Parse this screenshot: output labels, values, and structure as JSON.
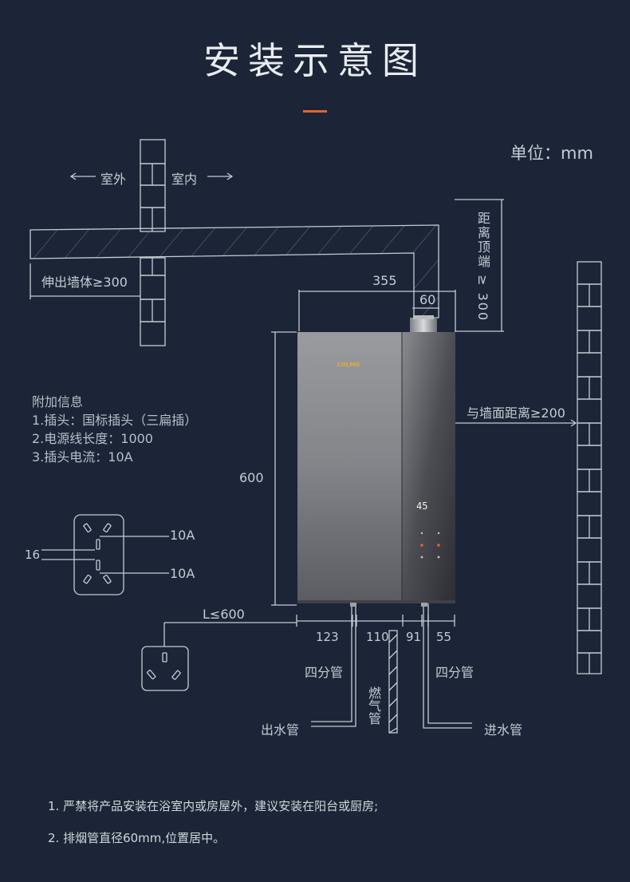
{
  "title": "安装示意图",
  "unit": "单位：mm",
  "labels": {
    "outdoor": "室外",
    "indoor": "室内",
    "extend_wall": "伸出墙体≥300",
    "width_355": "355",
    "pipe_60": "60",
    "top_distance": "距离顶端 ≥ 300",
    "wall_distance": "与墙面距离≥200",
    "height_600": "600",
    "cable_length": "L≤600",
    "dim_123": "123",
    "dim_110": "110",
    "dim_91": "91",
    "dim_55": "55",
    "quarter_pipe_left": "四分管",
    "quarter_pipe_right": "四分管",
    "gas_pipe": "燃气管",
    "water_out": "出水管",
    "water_in": "进水管",
    "plug_10a_top": "10A",
    "plug_10a_bottom": "10A",
    "pin_16": "16"
  },
  "info": {
    "heading": "附加信息",
    "items": [
      "1.插头：国标插头（三扁插）",
      "2.电源线长度：1000",
      "3.插头电流：10A"
    ]
  },
  "device": {
    "brand": "COLMO",
    "display_temp": "45"
  },
  "notes": [
    "1. 严禁将产品安装在浴室内或房屋外，建议安装在阳台或厨房;",
    "2. 排烟管直径60mm,位置居中。"
  ],
  "colors": {
    "background": "#1b2537",
    "accent": "#e5622e",
    "line": "#c6cbd3"
  }
}
